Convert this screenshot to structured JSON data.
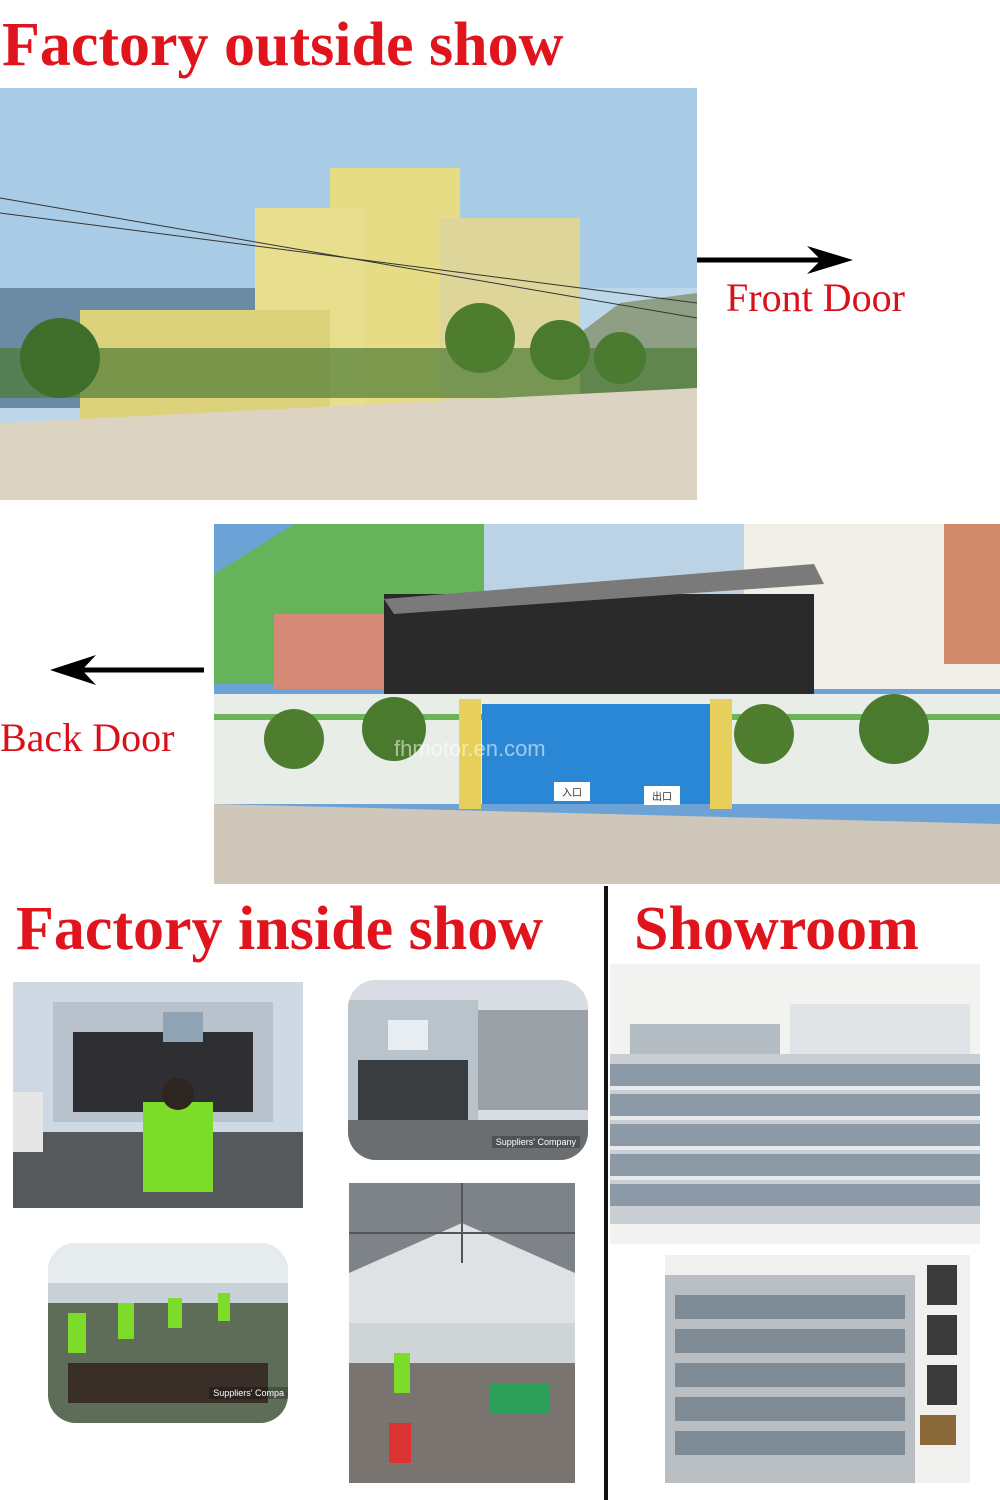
{
  "headings": {
    "outside": "Factory outside show",
    "inside": "Factory inside show",
    "showroom": "Showroom"
  },
  "labels": {
    "front_door": "Front Door",
    "back_door": "Back Door"
  },
  "overlays": {
    "watermark": "fhmotor.en.com",
    "gate_left_sign": "入口",
    "gate_right_sign": "出口",
    "caption_1": "Suppliers' Company",
    "caption_2": "Suppliers' Compa"
  },
  "colors": {
    "heading": "#e0141c",
    "label": "#d8121b",
    "shirt_green": "#7ddc2a"
  }
}
